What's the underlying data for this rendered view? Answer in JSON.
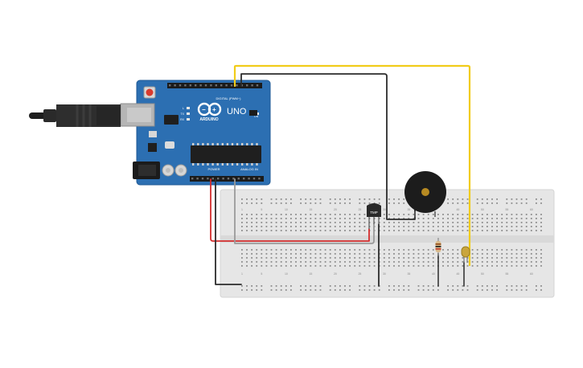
{
  "board": {
    "brand": "ARDUINO",
    "model": "UNO",
    "digital_label": "DIGITAL (PWM~)",
    "analog_label": "ANALOG IN",
    "power_label": "POWER",
    "tx_label": "TX",
    "rx_label": "RX",
    "l_label": "L",
    "on_label": "ON",
    "color": "#2c6fb2"
  },
  "breadboard": {
    "column_numbers": [
      "1",
      "5",
      "10",
      "15",
      "20",
      "25",
      "30",
      "35",
      "40",
      "45",
      "50",
      "55",
      "60"
    ],
    "color": "#e6e6e6"
  },
  "sensor": {
    "label": "TMP"
  },
  "wires": {
    "yellow": "#f1cc1a",
    "black": "#2b2b2b",
    "red": "#d42d2d",
    "gray": "#9a9a9a"
  },
  "buzzer": {
    "color": "#1c1c1c",
    "center_color": "#b78a22"
  }
}
